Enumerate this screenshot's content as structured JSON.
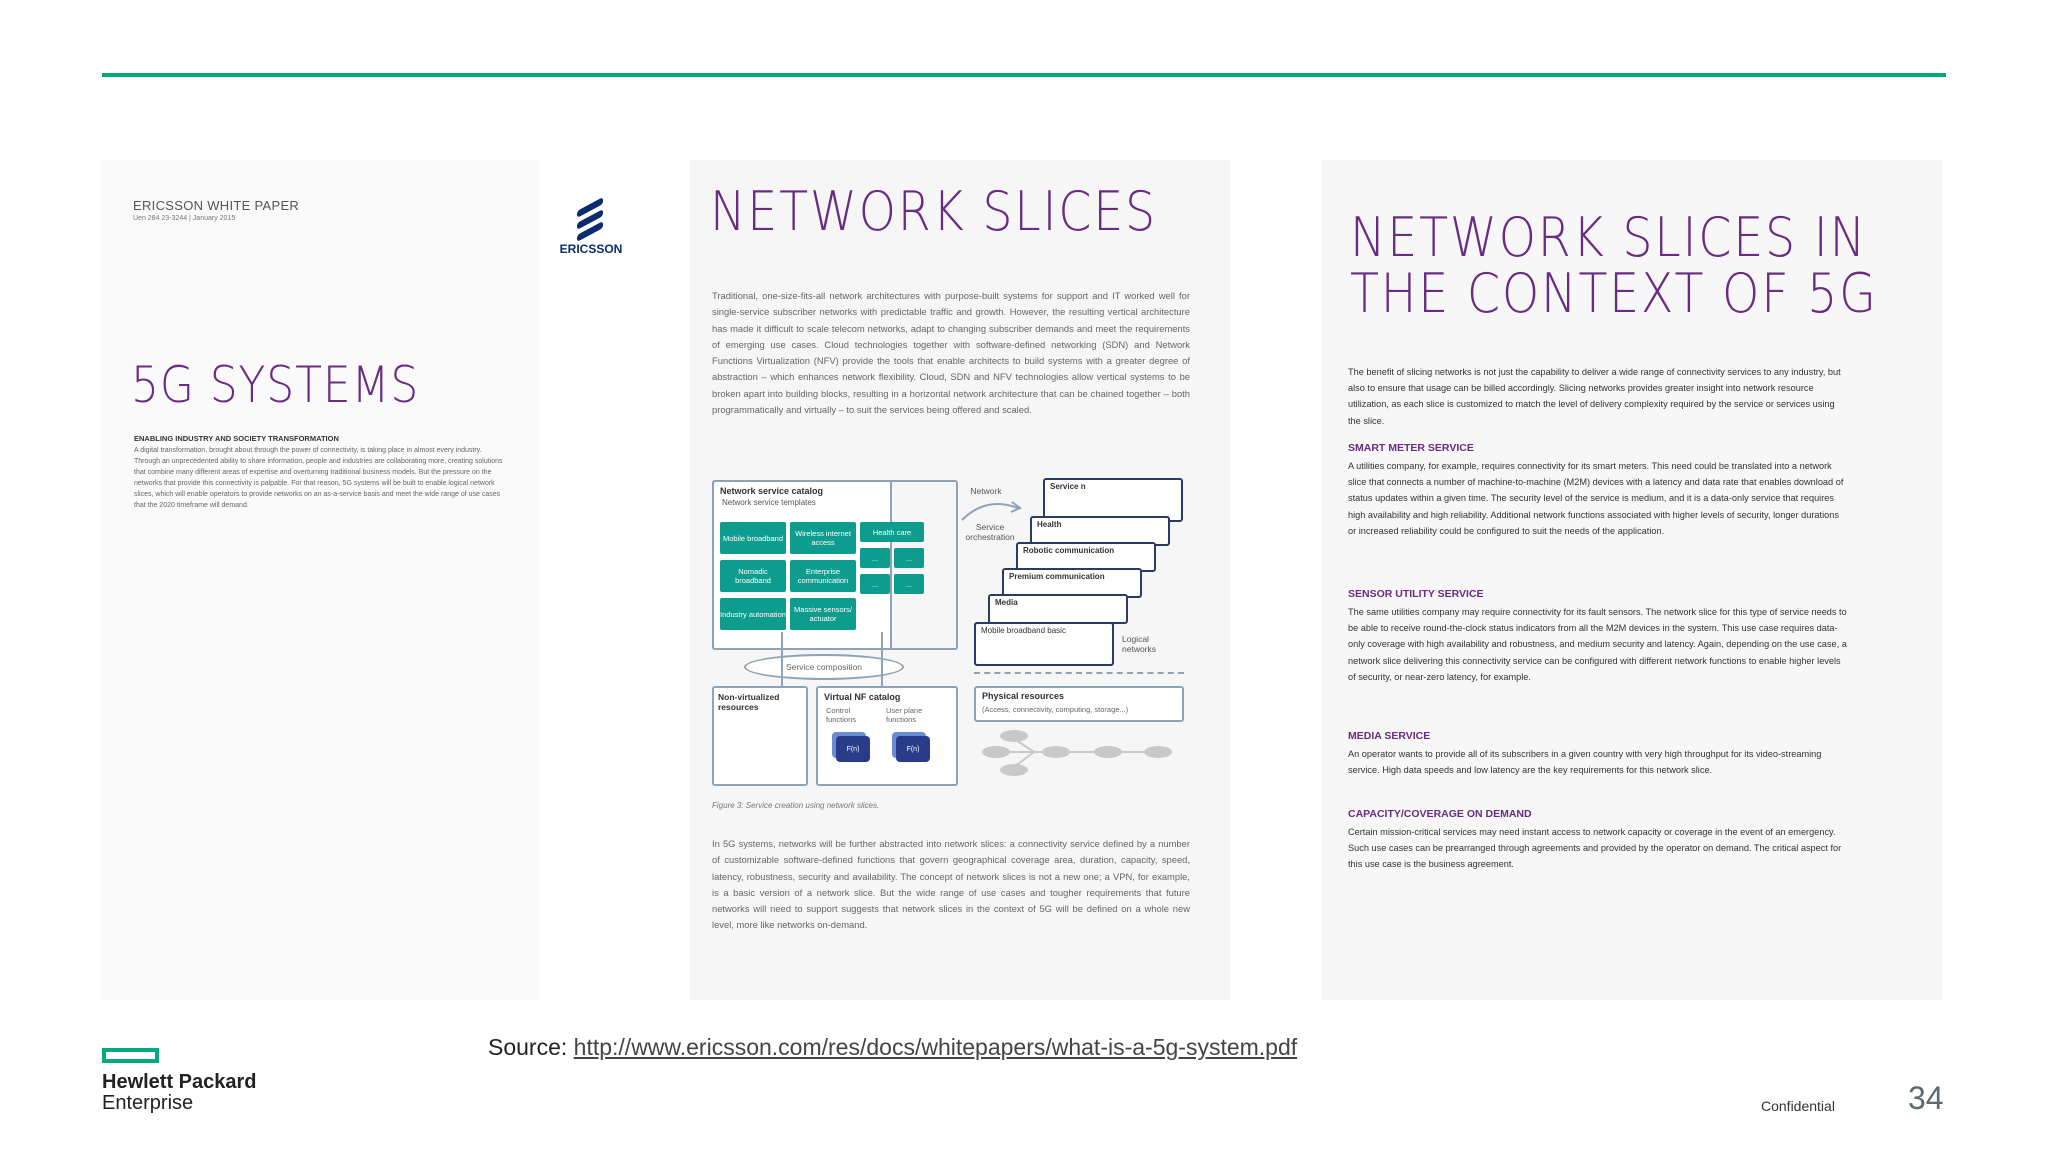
{
  "page1": {
    "header": "ERICSSON WHITE PAPER",
    "subheader": "Uen 284 23-3244 | January 2015",
    "title": "5G SYSTEMS",
    "section": "ENABLING INDUSTRY AND SOCIETY TRANSFORMATION",
    "body": "A digital transformation, brought about through the power of connectivity, is taking place in almost every industry. Through an unprecedented ability to share information, people and industries are collaborating more, creating solutions that combine many different areas of expertise and overturning traditional business models. But the pressure on the networks that provide this connectivity is palpable. For that reason, 5G systems will be built to enable logical network slices, which will enable operators to provide networks on an as-a-service basis and meet the wide range of use cases that the 2020 timeframe will demand."
  },
  "logo": {
    "word": "ERICSSON"
  },
  "page2": {
    "title": "NETWORK SLICES",
    "para1": "Traditional, one-size-fits-all network architectures with purpose-built systems for support and IT worked well for single-service subscriber networks with predictable traffic and growth. However, the resulting vertical architecture has made it difficult to scale telecom networks, adapt to changing subscriber demands and meet the requirements of emerging use cases. Cloud technologies together with software-defined networking (SDN) and Network Functions Virtualization (NFV) provide the tools that enable architects to build systems with a greater degree of abstraction – which enhances network flexibility. Cloud, SDN and NFV technologies allow vertical systems to be broken apart into building blocks, resulting in a horizontal network architecture that can be chained together – both programmatically and virtually – to suit the services being offered and scaled.",
    "figure": {
      "catalog_title": "Network service catalog",
      "catalog_sub": "Network service templates",
      "tiles": [
        "Mobile broadband",
        "Wireless internet access",
        "Health care",
        "Nomadic broadband",
        "Enterprise communication",
        "Industry automation",
        "Massive sensors/ actuator"
      ],
      "dots": "...",
      "network_label": "Network",
      "orchestration": "Service orchestration",
      "composition": "Service composition",
      "slices": [
        "Service n",
        "Health",
        "Robotic communication",
        "Premium communication",
        "Media",
        "Mobile broadband basic"
      ],
      "logical": "Logical networks",
      "nonvirt": "Non-virtualized resources",
      "vnf_title": "Virtual NF catalog",
      "control": "Control functions",
      "userplane": "User plane functions",
      "nf_label": "F(n)",
      "phys_title": "Physical resources",
      "phys_sub": "(Access, connectivity, computing, storage...)"
    },
    "caption": "Figure 3: Service creation using network slices.",
    "para2": "In 5G systems, networks will be further abstracted into network slices: a connectivity service defined by a number of customizable software-defined functions that govern geographical coverage area, duration, capacity, speed, latency, robustness, security and availability. The concept of network slices is not a new one; a VPN, for example, is a basic version of a network slice. But the wide range of use cases and tougher requirements that future networks will need to support suggests that network slices in the context of 5G will be defined on a whole new level, more like networks on-demand."
  },
  "page3": {
    "title_line1": "NETWORK SLICES IN",
    "title_line2": "THE CONTEXT OF 5G",
    "intro": "The benefit of slicing networks is not just the capability to deliver a wide range of connectivity services to any industry, but also to ensure that usage can be billed accordingly. Slicing networks provides greater insight into network resource utilization, as each slice is customized to match the level of delivery complexity required by the service or services using the slice.",
    "h1": "SMART METER SERVICE",
    "t1": "A utilities company, for example, requires connectivity for its smart meters. This need could be translated into a network slice that connects a number of machine-to-machine (M2M) devices with a latency and data rate that enables download of status updates within a given time. The security level of the service is medium, and it is a data-only service that requires high availability and high reliability. Additional network functions associated with higher levels of security, longer durations or increased reliability could be configured to suit the needs of the application.",
    "h2": "SENSOR UTILITY SERVICE",
    "t2": "The same utilities company may require connectivity for its fault sensors. The network slice for this type of service needs to be able to receive round-the-clock status indicators from all the M2M devices in the system. This use case requires data-only coverage with high availability and robustness, and medium security and latency. Again, depending on the use case, a network slice delivering this connectivity service can be configured with different network functions to enable higher levels of security, or near-zero latency, for example.",
    "h3": "MEDIA SERVICE",
    "t3": "An operator wants to provide all of its subscribers in a given country with very high throughput for its video-streaming service. High data speeds and low latency are the key requirements for this network slice.",
    "h4": "CAPACITY/COVERAGE ON DEMAND",
    "t4": "Certain mission-critical services may need instant access to network capacity or coverage in the event of an emergency. Such use cases can be prearranged through agreements and provided by the operator on demand. The critical aspect for this use case is the business agreement."
  },
  "footer": {
    "source_label": "Source: ",
    "source_url": "http://www.ericsson.com/res/docs/whitepapers/what-is-a-5g-system.pdf",
    "brand_line1": "Hewlett Packard",
    "brand_line2": "Enterprise",
    "confidential": "Confidential",
    "page_number": "34"
  },
  "colors": {
    "accent": "#01a982",
    "purple": "#6a2b82",
    "teal_tile": "#0e9c8e"
  }
}
